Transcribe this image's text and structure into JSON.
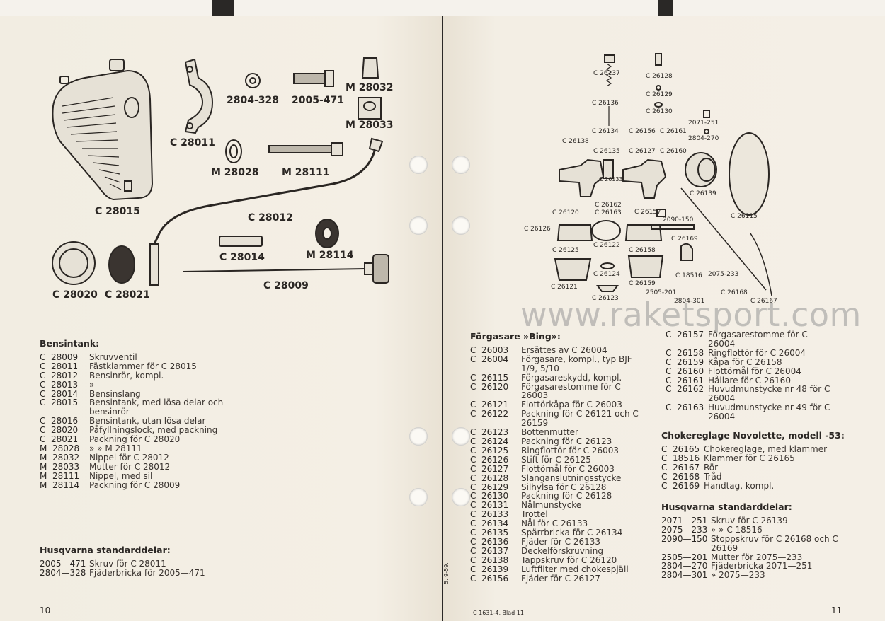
{
  "watermark": "www.raketsport.com",
  "left_page": {
    "page_number": "10",
    "diagram_labels": [
      "C 28015",
      "C 28011",
      "2804-328",
      "2005-471",
      "M 28032",
      "M 28033",
      "M 28028",
      "M 28111",
      "C 28012",
      "C 28014",
      "M 28114",
      "C 28020",
      "C 28021",
      "C 28009"
    ],
    "bensintank": {
      "title": "Bensintank:",
      "items": [
        {
          "code": "C  28009",
          "desc": "Skruvventil"
        },
        {
          "code": "C  28011",
          "desc": "Fästklammer för C 28015"
        },
        {
          "code": "C  28012",
          "desc": "Bensinrör, kompl."
        },
        {
          "code": "C  28013",
          "desc": "»"
        },
        {
          "code": "C  28014",
          "desc": "Bensinslang"
        },
        {
          "code": "C  28015",
          "desc": "Bensintank, med lösa delar och bensinrör"
        },
        {
          "code": "C  28016",
          "desc": "Bensintank, utan lösa delar"
        },
        {
          "code": "C  28020",
          "desc": "Påfyllningslock, med packning"
        },
        {
          "code": "C  28021",
          "desc": "Packning för C 28020"
        },
        {
          "code": "M  28028",
          "desc": "»      »  M 28111"
        },
        {
          "code": "M  28032",
          "desc": "Nippel för C 28012"
        },
        {
          "code": "M  28033",
          "desc": "Mutter för C 28012"
        },
        {
          "code": "M  28111",
          "desc": "Nippel, med sil"
        },
        {
          "code": "M  28114",
          "desc": "Packning för  C 28009"
        }
      ]
    },
    "standard": {
      "title": "Husqvarna standarddelar:",
      "items": [
        {
          "code": "2005—471",
          "desc": "Skruv för C 28011"
        },
        {
          "code": "2804—328",
          "desc": "Fjäderbricka för 2005—471"
        }
      ]
    }
  },
  "right_page": {
    "page_number": "11",
    "spine_note": "5. 9-59.",
    "footer_note": "C 1631-4, Blad 11",
    "diagram_labels": [
      "C 26137",
      "C 26128",
      "C 26129",
      "C 26136",
      "C 26130",
      "2071-251",
      "C 26134",
      "C 26156",
      "C 26161",
      "2804-270",
      "C 26138",
      "C 26135",
      "C 26127",
      "C 26160",
      "C 26133",
      "C 26139",
      "C 26162",
      "C 26163",
      "C 26120",
      "C 26157",
      "2090-150",
      "C 26115",
      "C 26126",
      "C 26122",
      "C 26169",
      "C 26125",
      "C 26158",
      "C 18516",
      "2075-233",
      "C 26124",
      "C 26121",
      "C 26159",
      "C 26123",
      "2505-201",
      "2804-301",
      "C 26168",
      "C 26167"
    ],
    "forgasare": {
      "title": "Förgasare »Bing»:",
      "items": [
        {
          "code": "C  26003",
          "desc": "Ersättes av C 26004"
        },
        {
          "code": "C  26004",
          "desc": "Förgasare, kompl., typ BJF 1/9, 5/10"
        },
        {
          "code": "C  26115",
          "desc": "Förgasareskydd, kompl."
        },
        {
          "code": "C  26120",
          "desc": "Förgasarestomme för C 26003"
        },
        {
          "code": "C  26121",
          "desc": "Flottörkåpa för C 26003"
        },
        {
          "code": "C  26122",
          "desc": "Packning för C 26121 och C 26159"
        },
        {
          "code": "C  26123",
          "desc": "Bottenmutter"
        },
        {
          "code": "C  26124",
          "desc": "Packning för C 26123"
        },
        {
          "code": "C  26125",
          "desc": "Ringflottör för C 26003"
        },
        {
          "code": "C  26126",
          "desc": "Stift för C 26125"
        },
        {
          "code": "C  26127",
          "desc": "Flottörnål för C 26003"
        },
        {
          "code": "C  26128",
          "desc": "Slanganslutningsstycke"
        },
        {
          "code": "C  26129",
          "desc": "Silhylsa för C 26128"
        },
        {
          "code": "C  26130",
          "desc": "Packning för C 26128"
        },
        {
          "code": "C  26131",
          "desc": "Nålmunstycke"
        },
        {
          "code": "C  26133",
          "desc": "Trottel"
        },
        {
          "code": "C  26134",
          "desc": "Nål för C 26133"
        },
        {
          "code": "C  26135",
          "desc": "Spärrbricka för C 26134"
        },
        {
          "code": "C  26136",
          "desc": "Fjäder för C 26133"
        },
        {
          "code": "C  26137",
          "desc": "Deckelförskruvning"
        },
        {
          "code": "C  26138",
          "desc": "Tappskruv för C 26120"
        },
        {
          "code": "C  26139",
          "desc": "Luftfilter med chokespjäll"
        },
        {
          "code": "C  26156",
          "desc": "Fjäder för C 26127"
        }
      ]
    },
    "forgasare_cont": {
      "items": [
        {
          "code": "C  26157",
          "desc": "Förgasarestomme för C 26004"
        },
        {
          "code": "C  26158",
          "desc": "Ringflottör för C 26004"
        },
        {
          "code": "C  26159",
          "desc": "Kåpa för C 26158"
        },
        {
          "code": "C  26160",
          "desc": "Flottörnål för C 26004"
        },
        {
          "code": "C  26161",
          "desc": "Hållare för C 26160"
        },
        {
          "code": "C  26162",
          "desc": "Huvudmunstycke nr 48 för C 26004"
        },
        {
          "code": "C  26163",
          "desc": "Huvudmunstycke nr 49 för C 26004"
        }
      ]
    },
    "choke": {
      "title": "Chokereglage Novolette, modell -53:",
      "items": [
        {
          "code": "C  26165",
          "desc": "Chokereglage, med klammer"
        },
        {
          "code": "C  18516",
          "desc": "Klammer för C 26165"
        },
        {
          "code": "C  26167",
          "desc": "Rör"
        },
        {
          "code": "C  26168",
          "desc": "Tråd"
        },
        {
          "code": "C  26169",
          "desc": "Handtag, kompl."
        }
      ]
    },
    "standard": {
      "title": "Husqvarna standarddelar:",
      "items": [
        {
          "code": "2071—251",
          "desc": "Skruv för C 26139"
        },
        {
          "code": "2075—233",
          "desc": "»     »  C 18516"
        },
        {
          "code": "2090—150",
          "desc": "Stoppskruv för C 26168 och C 26169"
        },
        {
          "code": "2505—201",
          "desc": "Mutter för 2075—233"
        },
        {
          "code": "2804—270",
          "desc": "Fjäderbricka 2071—251"
        },
        {
          "code": "2804—301",
          "desc": "»                2075—233"
        }
      ]
    }
  }
}
